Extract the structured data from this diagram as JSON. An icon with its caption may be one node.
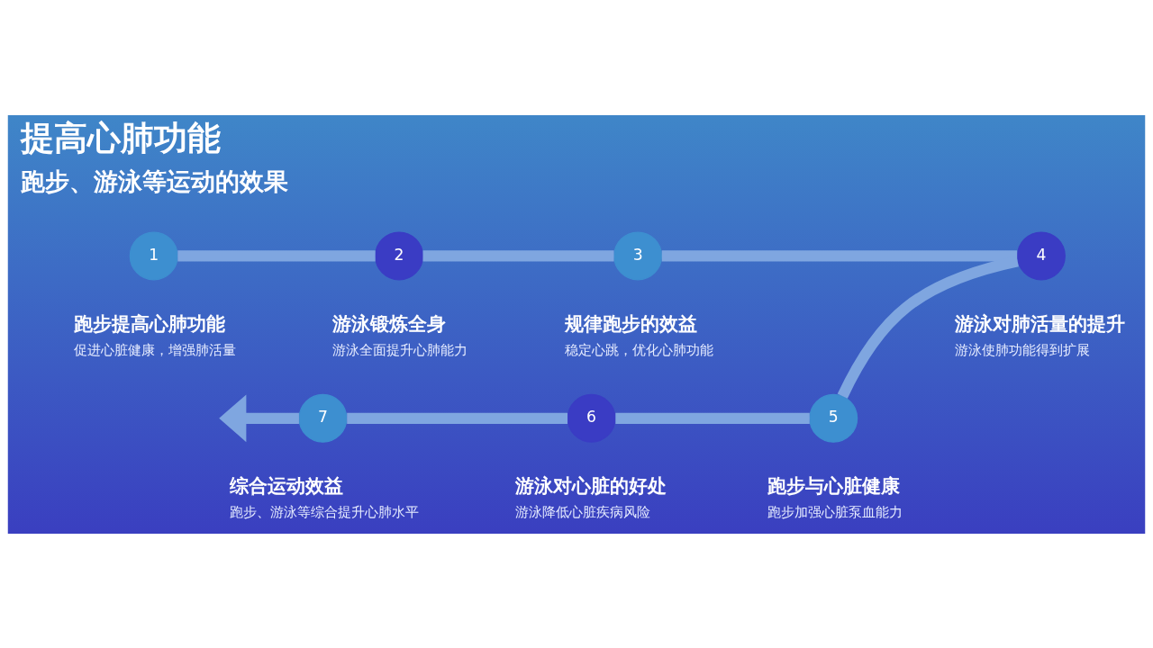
{
  "diagram": {
    "title": "提高心肺功能",
    "nodes": [
      {
        "text": [
          "1"
        ],
        "beside": [
          "跑步提高心肺功能",
          "促进心脏健康，增强肺活量"
        ]
      },
      {
        "text": [
          "2"
        ],
        "beside": [
          "游泳锻炼全身",
          "游泳全面提升心肺能力"
        ]
      },
      {
        "text": [
          "3"
        ],
        "beside": [
          "规律跑步的效益",
          "稳定心跳，优化心肺功能"
        ]
      },
      {
        "text": [
          "4"
        ],
        "beside": [
          "游泳对肺活量的提升",
          "游泳使肺功能得到扩展"
        ]
      },
      {
        "text": [
          "5"
        ],
        "beside": [
          "跑步与心脏健康",
          "跑步加强心脏泵血能力"
        ]
      },
      {
        "text": [
          "6"
        ],
        "beside": [
          "游泳对心脏的好处",
          "游泳降低心脏疾病风险"
        ]
      },
      {
        "text": [
          "7"
        ],
        "beside": [
          "综合运动效益",
          "跑步、游泳等综合提升心肺水平"
        ]
      }
    ],
    "edges": [
      {
        "from": 0,
        "to": 1,
        "arrow": "none"
      },
      {
        "from": 1,
        "to": 2,
        "arrow": "none"
      },
      {
        "from": 2,
        "to": 3,
        "arrow": "none"
      },
      {
        "from": 3,
        "to": 4,
        "arrow": "none"
      },
      {
        "from": 4,
        "to": 5,
        "arrow": "none"
      },
      {
        "from": 5,
        "to": 6,
        "arrow": "none"
      },
      {
        "from": 6,
        "to": null,
        "arrow": "to"
      }
    ],
    "labels": [
      "跑步、游泳等运动的效果"
    ]
  }
}
